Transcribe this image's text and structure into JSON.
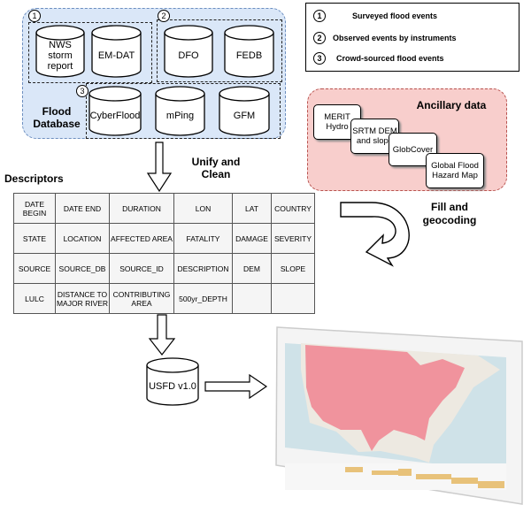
{
  "flood_database": {
    "label": "Flood Database",
    "groups": [
      {
        "number": "1",
        "sources": [
          "NWS storm report",
          "EM-DAT"
        ]
      },
      {
        "number": "2",
        "sources": [
          "DFO",
          "FEDB"
        ]
      },
      {
        "number": "3",
        "sources": [
          "CyberFlood",
          "mPing",
          "GFM"
        ]
      }
    ]
  },
  "legend": [
    {
      "number": "1",
      "label": "Surveyed flood events"
    },
    {
      "number": "2",
      "label": "Observed events by instruments"
    },
    {
      "number": "3",
      "label": "Crowd-sourced flood events"
    }
  ],
  "steps": {
    "unify": "Unify and Clean",
    "fill": "Fill and geocoding"
  },
  "descriptors": {
    "title": "Descriptors",
    "rows": [
      [
        "DATE BEGIN",
        "DATE END",
        "DURATION",
        "LON",
        "LAT",
        "COUNTRY"
      ],
      [
        "STATE",
        "LOCATION",
        "AFFECTED AREA",
        "FATALITY",
        "DAMAGE",
        "SEVERITY"
      ],
      [
        "SOURCE",
        "SOURCE_DB",
        "SOURCE_ID",
        "DESCRIPTION",
        "DEM",
        "SLOPE"
      ],
      [
        "LULC",
        "DISTANCE TO MAJOR RIVER",
        "CONTRIBUTING AREA",
        "500yr_DEPTH",
        "",
        ""
      ]
    ]
  },
  "ancillary": {
    "title": "Ancillary data",
    "items": [
      "MERIT Hydro",
      "SRTM DEM and slope",
      "GlobCover",
      "Global Flood Hazard Map"
    ]
  },
  "output": {
    "label": "USFD v1.0"
  },
  "colors": {
    "db_fill": "#dae7f8",
    "db_border": "#6c8ebf",
    "anc_fill": "#f8cecc",
    "anc_border": "#b85450",
    "map_points": "#f08a96",
    "map_water": "#cfe2e8",
    "histogram": "#e8c27a"
  }
}
